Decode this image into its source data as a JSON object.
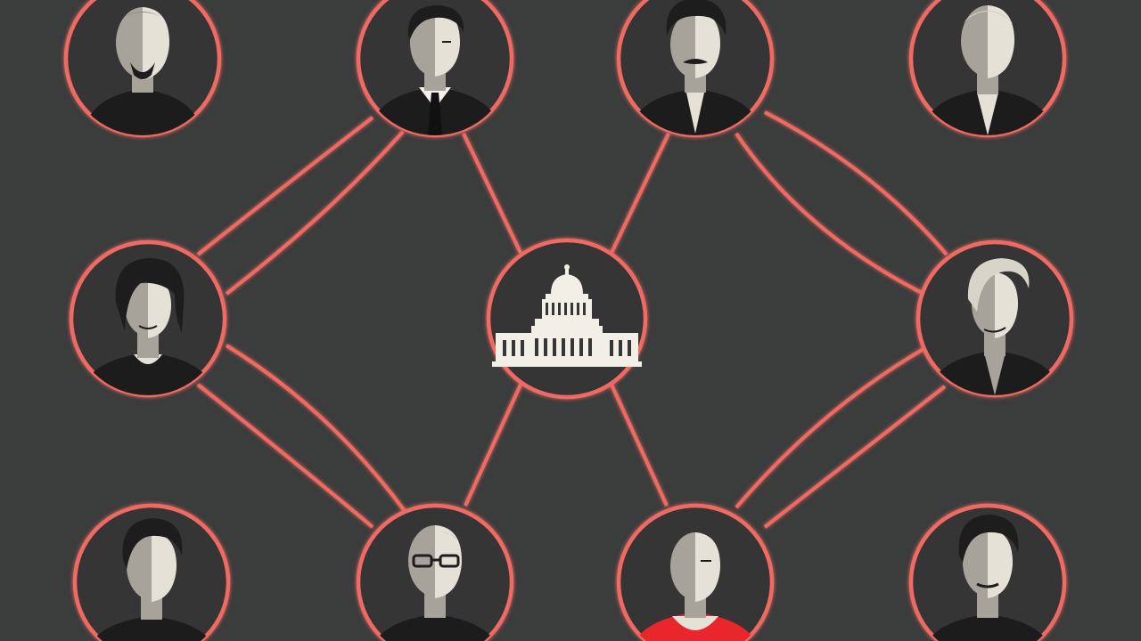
{
  "colors": {
    "background": "#3b3c3c",
    "node_fill": "#353636",
    "link": "#ef6b62",
    "skin_light": "#e6e1d6",
    "skin_shade": "#a7a39b",
    "hair": "#1d1d1d",
    "clothing": "#1c1c1c",
    "accent_red": "#e8262b",
    "building": "#f2efe6"
  },
  "diagram": {
    "center_node": {
      "icon": "capitol-building-icon"
    },
    "person_nodes": [
      {
        "id": "top-left-outer",
        "icon": "man-bald-goatee-icon",
        "hair": "short",
        "beard": true,
        "attire": "sweater"
      },
      {
        "id": "top-left-inner",
        "icon": "man-suit-tie-icon",
        "hair": "slick",
        "attire": "suit"
      },
      {
        "id": "top-right-inner",
        "icon": "man-mustache-icon",
        "hair": "wavy",
        "mustache": true,
        "attire": "jacket"
      },
      {
        "id": "top-right-outer",
        "icon": "man-bald-icon",
        "hair": "none",
        "attire": "jacket"
      },
      {
        "id": "middle-left",
        "icon": "woman-bob-hair-icon",
        "hair": "bob",
        "attire": "dress"
      },
      {
        "id": "middle-right",
        "icon": "woman-short-hair-icon",
        "hair": "pixie",
        "attire": "blazer"
      },
      {
        "id": "bottom-left-outer",
        "icon": "man-short-hair-icon",
        "hair": "short",
        "attire": "sweater"
      },
      {
        "id": "bottom-left-inner",
        "icon": "man-glasses-icon",
        "hair": "bald",
        "glasses": true,
        "attire": "sweater"
      },
      {
        "id": "bottom-right-inner",
        "icon": "woman-bald-red-top-icon",
        "hair": "none",
        "attire": "red-top"
      },
      {
        "id": "bottom-right-outer",
        "icon": "man-dark-hair-icon",
        "hair": "short",
        "attire": "jacket"
      }
    ],
    "connections": [
      [
        "top-left-outer",
        "top-left-inner"
      ],
      [
        "top-right-inner",
        "top-right-outer"
      ],
      [
        "top-left-inner",
        "middle-left"
      ],
      [
        "top-left-inner",
        "center"
      ],
      [
        "top-right-inner",
        "center"
      ],
      [
        "top-right-inner",
        "middle-right"
      ],
      [
        "top-right-outer",
        "middle-right"
      ],
      [
        "middle-left",
        "center"
      ],
      [
        "center",
        "middle-right"
      ],
      [
        "middle-left",
        "bottom-left-inner"
      ],
      [
        "middle-left",
        "bottom-left-outer"
      ],
      [
        "center",
        "bottom-left-inner"
      ],
      [
        "center",
        "bottom-right-inner"
      ],
      [
        "middle-right",
        "bottom-right-inner"
      ],
      [
        "middle-right",
        "bottom-right-outer"
      ],
      [
        "bottom-left-outer",
        "bottom-left-inner"
      ],
      [
        "bottom-right-inner",
        "bottom-right-outer"
      ]
    ]
  }
}
